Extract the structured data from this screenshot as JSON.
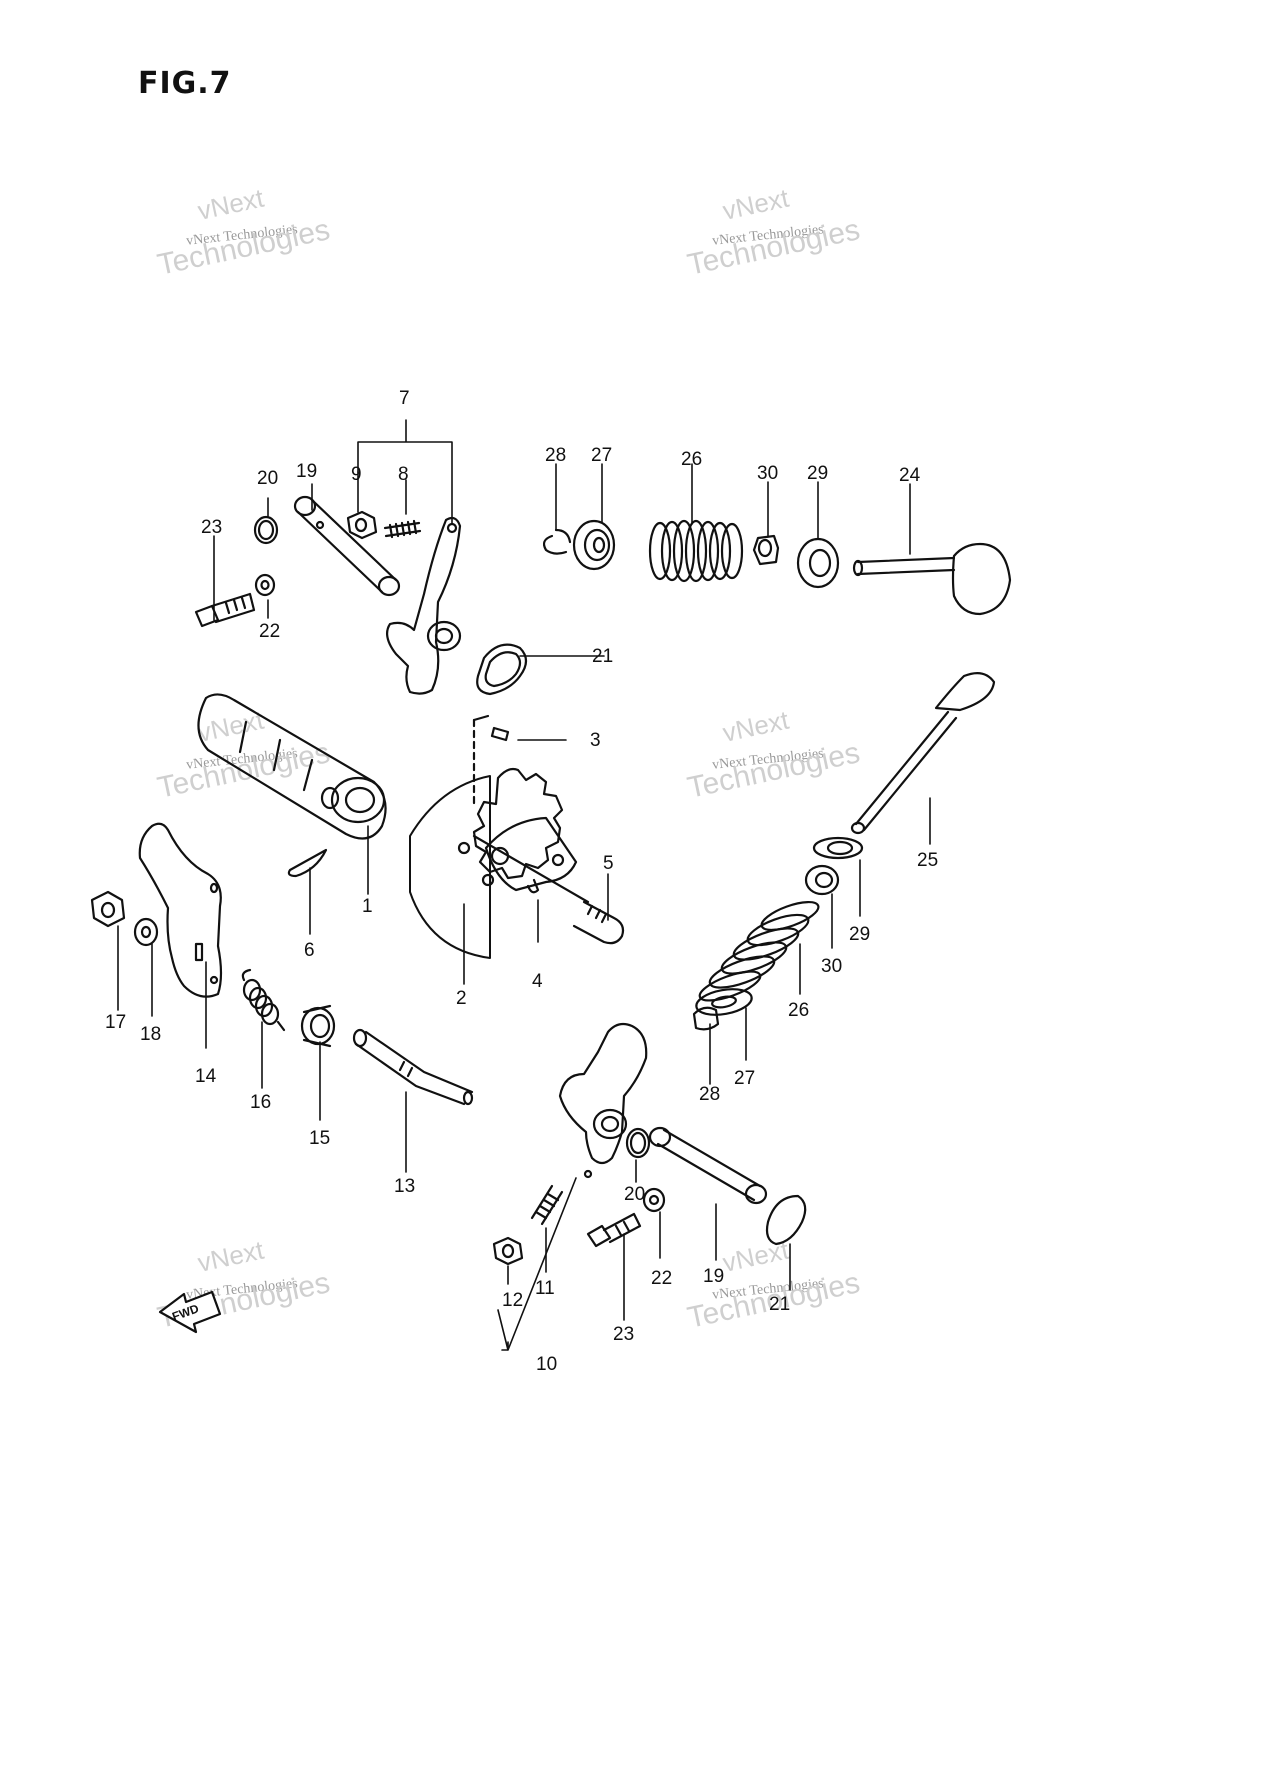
{
  "figure": {
    "title": "FIG.7"
  },
  "watermark": {
    "line1": "vNext Technologies",
    "line2": "vNext",
    "line3": "Technologies"
  },
  "fwd_badge": "FWD",
  "callouts": {
    "c1": "1",
    "c2": "2",
    "c3": "3",
    "c4": "4",
    "c5": "5",
    "c6": "6",
    "c7": "7",
    "c8": "8",
    "c9": "9",
    "c10": "10",
    "c11": "11",
    "c12": "12",
    "c13": "13",
    "c14": "14",
    "c15": "15",
    "c16": "16",
    "c17": "17",
    "c18": "18",
    "c19a": "19",
    "c19b": "19",
    "c20a": "20",
    "c20b": "20",
    "c21a": "21",
    "c21b": "21",
    "c22a": "22",
    "c22b": "22",
    "c23a": "23",
    "c23b": "23",
    "c24": "24",
    "c25": "25",
    "c26a": "26",
    "c26b": "26",
    "c27a": "27",
    "c27b": "27",
    "c28a": "28",
    "c28b": "28",
    "c29a": "29",
    "c29b": "29",
    "c30a": "30",
    "c30b": "30"
  }
}
